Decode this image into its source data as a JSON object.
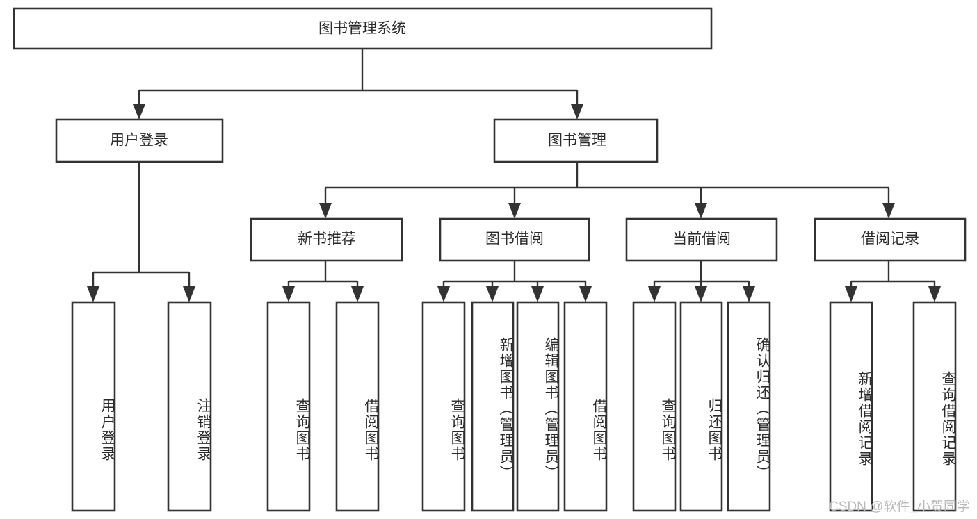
{
  "diagram": {
    "title": "图书管理系统",
    "type": "tree-hierarchy",
    "watermark": "CSDN @软件_小贺同学",
    "colors": {
      "stroke": "#333333",
      "fill": "#ffffff",
      "text": "#2b2b2b",
      "watermark": "#b9b9b9"
    },
    "levels": [
      {
        "level": 0,
        "nodes": [
          {
            "id": "root",
            "label": "图书管理系统",
            "orientation": "horizontal"
          }
        ]
      },
      {
        "level": 1,
        "nodes": [
          {
            "id": "login",
            "label": "用户登录",
            "orientation": "horizontal",
            "parent": "root"
          },
          {
            "id": "bookmgmt",
            "label": "图书管理",
            "orientation": "horizontal",
            "parent": "root"
          }
        ]
      },
      {
        "level": 2,
        "nodes": [
          {
            "id": "newbook",
            "label": "新书推荐",
            "orientation": "horizontal",
            "parent": "bookmgmt"
          },
          {
            "id": "borrow",
            "label": "图书借阅",
            "orientation": "horizontal",
            "parent": "bookmgmt"
          },
          {
            "id": "current",
            "label": "当前借阅",
            "orientation": "horizontal",
            "parent": "bookmgmt"
          },
          {
            "id": "records",
            "label": "借阅记录",
            "orientation": "horizontal",
            "parent": "bookmgmt"
          }
        ]
      },
      {
        "level": 3,
        "nodes": [
          {
            "id": "leaf-user-login",
            "label": "用户登录",
            "orientation": "vertical",
            "parent": "login"
          },
          {
            "id": "leaf-user-logout",
            "label": "注销登录",
            "orientation": "vertical",
            "parent": "login"
          },
          {
            "id": "leaf-new-query",
            "label": "查询图书",
            "orientation": "vertical",
            "parent": "newbook"
          },
          {
            "id": "leaf-new-borrow",
            "label": "借阅图书",
            "orientation": "vertical",
            "parent": "newbook"
          },
          {
            "id": "leaf-borrow-query",
            "label": "查询图书",
            "orientation": "vertical",
            "parent": "borrow"
          },
          {
            "id": "leaf-borrow-add",
            "label": "新增图书（管理员）",
            "orientation": "vertical",
            "parent": "borrow"
          },
          {
            "id": "leaf-borrow-edit",
            "label": "编辑图书（管理员）",
            "orientation": "vertical",
            "parent": "borrow"
          },
          {
            "id": "leaf-borrow-lend",
            "label": "借阅图书",
            "orientation": "vertical",
            "parent": "borrow"
          },
          {
            "id": "leaf-current-query",
            "label": "查询图书",
            "orientation": "vertical",
            "parent": "current"
          },
          {
            "id": "leaf-current-return",
            "label": "归还图书",
            "orientation": "vertical",
            "parent": "current"
          },
          {
            "id": "leaf-current-confirm",
            "label": "确认归还（管理员）",
            "orientation": "vertical",
            "parent": "current"
          },
          {
            "id": "leaf-records-add",
            "label": "新增借阅记录",
            "orientation": "vertical",
            "parent": "records"
          },
          {
            "id": "leaf-records-query",
            "label": "查询借阅记录",
            "orientation": "vertical",
            "parent": "records"
          }
        ]
      }
    ]
  }
}
